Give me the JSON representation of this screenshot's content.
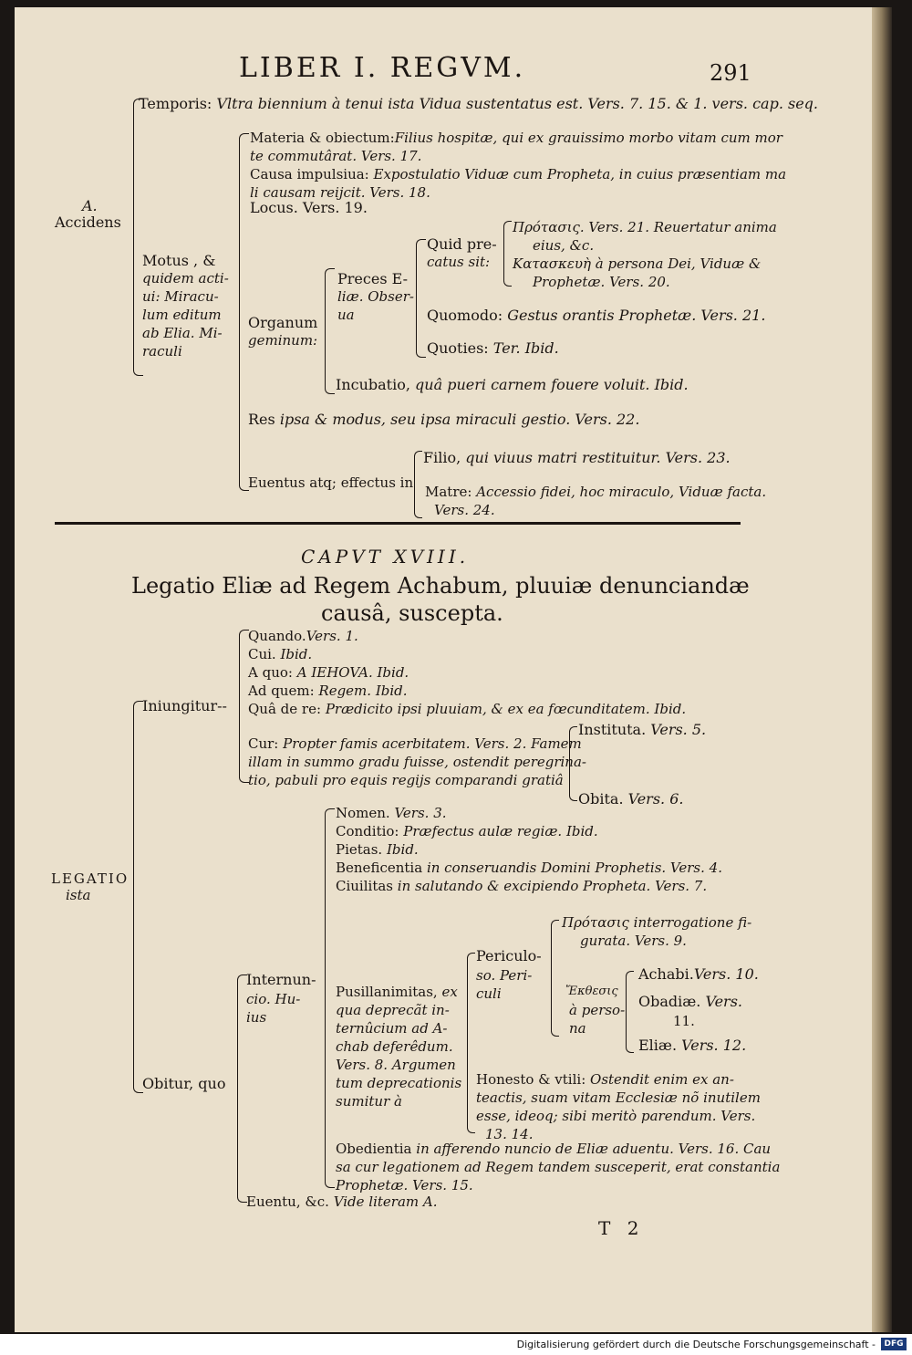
{
  "header": {
    "running_title": "LIBER I. REGVM.",
    "page_number": "291"
  },
  "section_a": {
    "root_letter": "A.",
    "root": "Accidens",
    "temporis_label": "Temporis:",
    "temporis_text": "Vltra biennium à tenui ista Vidua sustentatus est. Vers. 7. 15. & 1. vers. cap. seq.",
    "motus_lines": [
      "Motus , &",
      "quidem acti-",
      "ui: Miracu-",
      "lum editum",
      "ab Elia. Mi-",
      "raculi"
    ],
    "materia_label": "Materia & obiectum:",
    "materia_1": "Filius hospitæ, qui ex grauissimo morbo vitam cum mor",
    "materia_2": "te commutârat. Vers. 17.",
    "causa_label": "Causa impulsiua:",
    "causa_1": "Expostulatio Viduæ cum Propheta, in cuius præsentiam ma",
    "causa_2": "li causam reijcit. Vers. 18.",
    "locus": "Locus. Vers. 19.",
    "organum_lines": [
      "Organum",
      "geminum:"
    ],
    "preces_lines": [
      "Preces E-",
      "liæ. Obser-",
      "ua"
    ],
    "quid_lines": [
      "Quid pre-",
      "catus sit:"
    ],
    "quid_1a": "Πρότασις. Vers. 21. Reuertatur anima",
    "quid_1b": "eius, &c.",
    "quid_2a": "Κατασκευὴ à persona Dei, Viduæ &",
    "quid_2b": "Prophetæ. Vers. 20.",
    "quomodo_label": "Quomodo:",
    "quomodo_text": "Gestus orantis Prophetæ. Vers. 21.",
    "quoties_label": "Quoties:",
    "quoties_text": "Ter. Ibid.",
    "incubatio_label": "Incubatio,",
    "incubatio_text": "quâ pueri carnem fouere voluit. Ibid.",
    "res_label": "Res",
    "res_text": "ipsa & modus, seu ipsa miraculi gestio. Vers. 22.",
    "euentus_label": "Euentus atq; effectus in",
    "filio_label": "Filio,",
    "filio_text": "qui viuus matri restituitur. Vers. 23.",
    "matre_label": "Matre:",
    "matre_1": "Accessio fidei, hoc miraculo, Viduæ facta.",
    "matre_2": "Vers. 24."
  },
  "chapter": {
    "caput": "CAPVT XVIII.",
    "title_1": "Legatio Eliæ ad Regem Achabum, pluuiæ denunciandæ",
    "title_2": "causâ, suscepta."
  },
  "section_b": {
    "root_1": "LEGATIO",
    "root_2": "ista",
    "iniungitur": "Iniungitur--",
    "quando_label": "Quando.",
    "quando_text": "Vers. 1.",
    "cui_label": "Cui.",
    "cui_text": "Ibid.",
    "aquo_label": "A quo:",
    "aquo_text": "A IEHOVA. Ibid.",
    "adquem_label": "Ad quem:",
    "adquem_text": "Regem. Ibid.",
    "quade_label": "Quâ de re:",
    "quade_text": "Prædicito ipsi pluuiam, & ex ea fœcunditatem. Ibid.",
    "cur_label": "Cur:",
    "cur_1": "Propter famis acerbitatem. Vers. 2. Famem",
    "cur_2": "illam in summo gradu fuisse, ostendit peregrina-",
    "cur_3": "tio, pabuli pro equis regijs comparandi gratiâ",
    "instituta_label": "Instituta.",
    "instituta_text": "Vers. 5.",
    "obita_label": "Obita.",
    "obita_text": "Vers. 6.",
    "obitur": "Obitur, quo",
    "nomen_label": "Nomen.",
    "nomen_text": "Vers. 3.",
    "conditio_label": "Conditio:",
    "conditio_text": "Præfectus aulæ regiæ. Ibid.",
    "pietas_label": "Pietas.",
    "pietas_text": "Ibid.",
    "benef_label": "Beneficentia",
    "benef_text": "in conseruandis Domini Prophetis. Vers. 4.",
    "ciuil_label": "Ciuilitas",
    "ciuil_text": "in salutando & excipiendo Propheta. Vers. 7.",
    "internuncio_lines": [
      "Internun-",
      "cio. Hu-",
      "ius"
    ],
    "pusill_label": "Pusillanimitas,",
    "pusill_lines": [
      "ex",
      "qua deprecãt in-",
      "ternûcium ad A-",
      "chab deferêdum.",
      "Vers. 8. Argumen",
      "tum deprecationis",
      "sumitur à"
    ],
    "pericul_lines": [
      "Periculo-",
      "so. Peri-",
      "culi"
    ],
    "protasis_1": "Πρότασις interrogatione fi-",
    "protasis_2": "gurata. Vers. 9.",
    "exthesis_lines": [
      "Ἔκθεσις",
      "à perso-",
      "na"
    ],
    "achabi_label": "Achabi.",
    "achabi_text": "Vers. 10.",
    "obadiae_label": "Obadiæ.",
    "obadiae_text": "Vers.",
    "obadiae_num": "11.",
    "eliae_label": "Eliæ.",
    "eliae_text": "Vers. 12.",
    "honesto_label": "Honesto & vtili:",
    "honesto_1": "Ostendit enim ex an-",
    "honesto_2": "teactis, suam vitam Ecclesiæ nõ inutilem",
    "honesto_3": "esse, ideoq; sibi meritò parendum. Vers.",
    "honesto_4": "13. 14.",
    "obed_label": "Obedientia",
    "obed_1": "in afferendo nuncio de Eliæ aduentu. Vers. 16. Cau",
    "obed_2": "sa cur legationem ad Regem tandem susceperit, erat constantia",
    "obed_3": "Prophetæ. Vers. 15.",
    "euentu_label": "Euentu, &c.",
    "euentu_text": "Vide literam A."
  },
  "signature": "T 2",
  "footer": {
    "text": "Digitalisierung gefördert durch die Deutsche Forschungsgemeinschaft -",
    "logo": "DFG"
  }
}
